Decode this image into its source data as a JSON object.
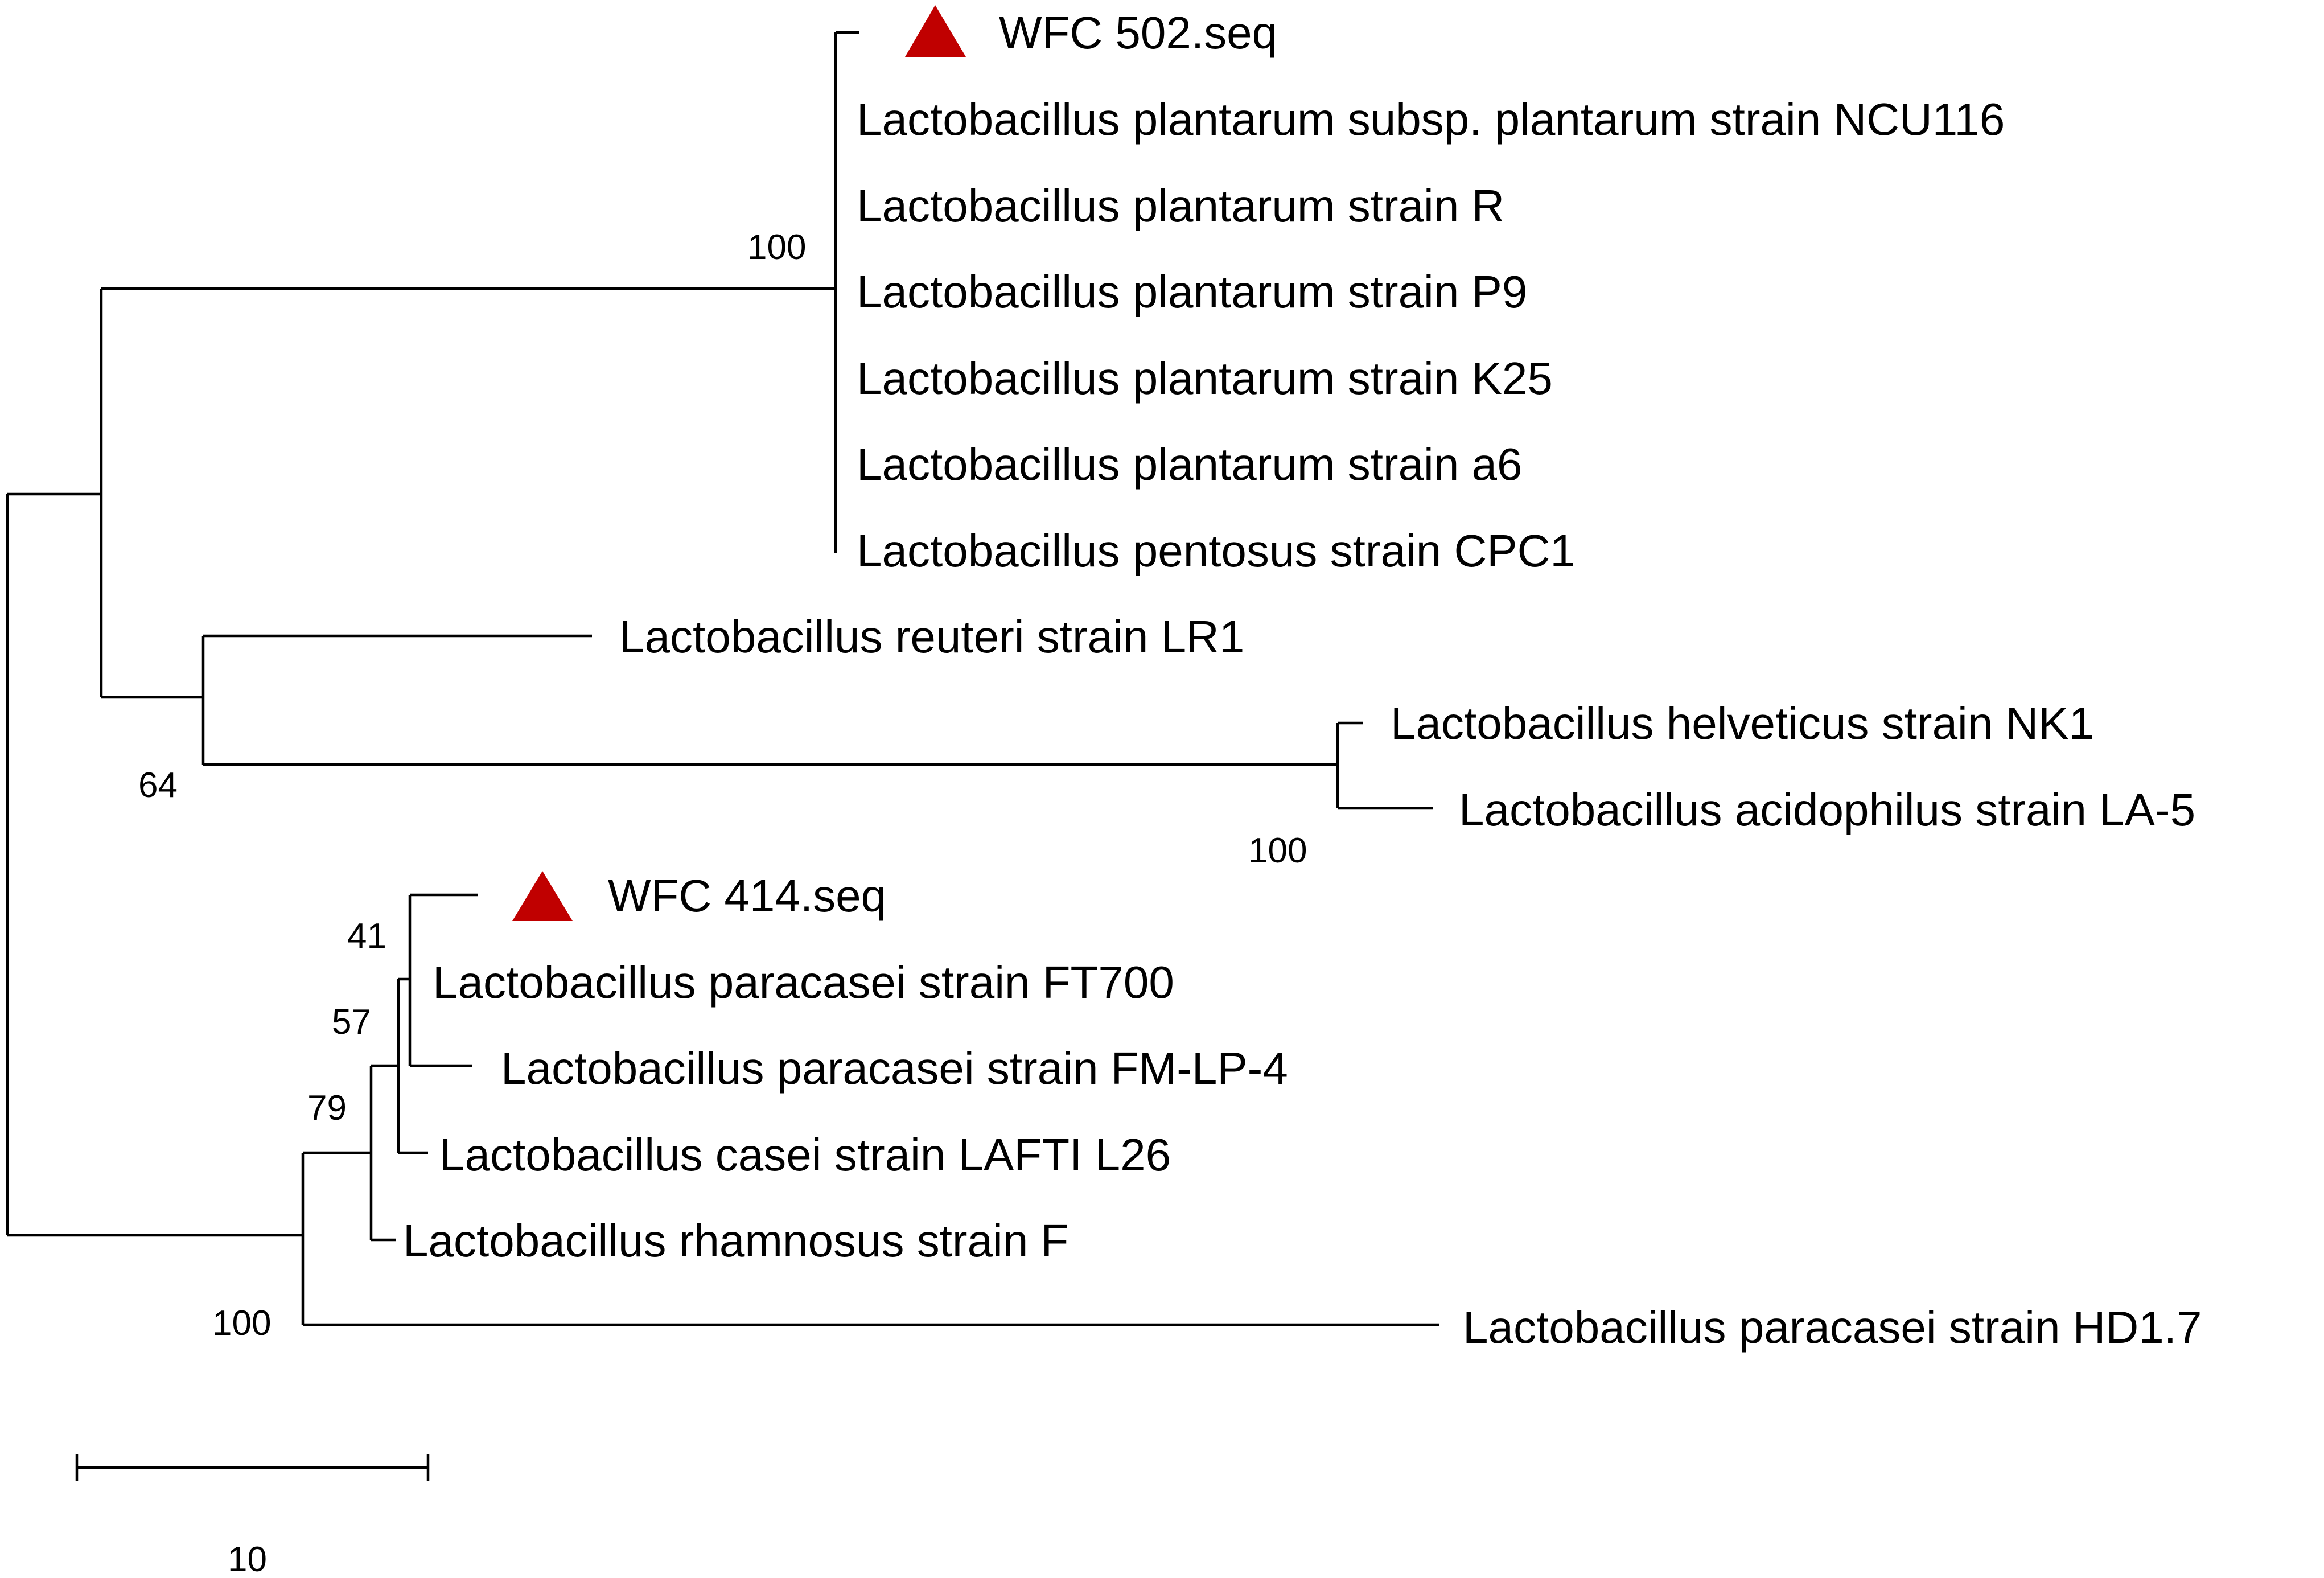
{
  "tree": {
    "taxa": [
      {
        "id": "wfc502",
        "label": "WFC 502.seq",
        "marked": true
      },
      {
        "id": "lp_ncu116",
        "label": "Lactobacillus plantarum subsp. plantarum strain NCU116"
      },
      {
        "id": "lp_r",
        "label": "Lactobacillus plantarum strain R"
      },
      {
        "id": "lp_p9",
        "label": "Lactobacillus plantarum strain P9"
      },
      {
        "id": "lp_k25",
        "label": "Lactobacillus plantarum strain K25"
      },
      {
        "id": "lp_a6",
        "label": "Lactobacillus plantarum strain a6"
      },
      {
        "id": "lpen_cpc1",
        "label": "Lactobacillus pentosus strain CPC1"
      },
      {
        "id": "lr_lr1",
        "label": "Lactobacillus reuteri strain LR1"
      },
      {
        "id": "lh_nk1",
        "label": "Lactobacillus helveticus strain NK1"
      },
      {
        "id": "la_la5",
        "label": "Lactobacillus acidophilus strain LA-5"
      },
      {
        "id": "wfc414",
        "label": "WFC 414.seq",
        "marked": true
      },
      {
        "id": "lpc_ft700",
        "label": "Lactobacillus paracasei strain FT700"
      },
      {
        "id": "lpc_fmlp4",
        "label": "Lactobacillus paracasei strain FM-LP-4"
      },
      {
        "id": "lc_lafti",
        "label": "Lactobacillus casei strain LAFTI L26"
      },
      {
        "id": "lrh_f",
        "label": "Lactobacillus rhamnosus strain F"
      },
      {
        "id": "lpc_hd17",
        "label": "Lactobacillus paracasei strain HD1.7"
      }
    ],
    "bootstrap": {
      "plantarum_clade": "100",
      "reuteri_helveticus_clade": "64",
      "helveticus_acidophilus_clade": "100",
      "wfc414_ft700": "41",
      "paracasei_casei": "57",
      "paracasei_rhamnosus": "79",
      "casei_group": "100"
    },
    "scale_bar": {
      "value": 10,
      "label": "10"
    },
    "marker_color": "#c00000",
    "line_color": "#000000"
  }
}
